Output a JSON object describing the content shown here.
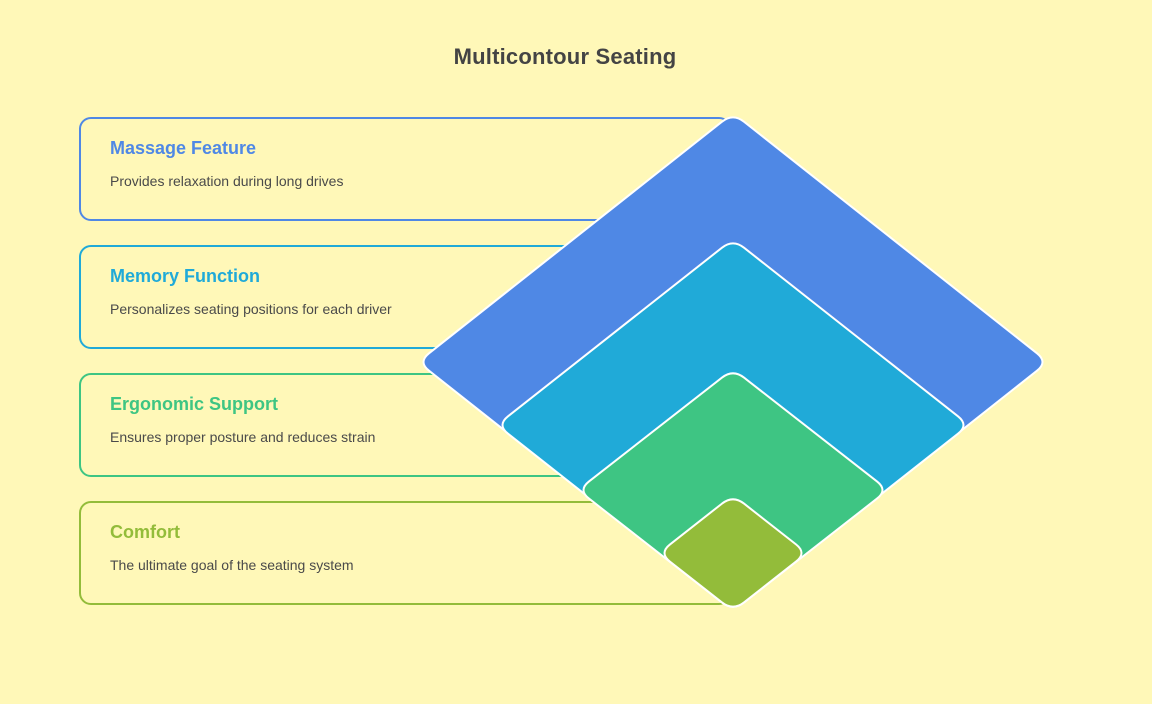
{
  "title": "Multicontour Seating",
  "layers": [
    {
      "title": "Massage Feature",
      "description": "Provides relaxation during long drives",
      "color": "#4F88E5"
    },
    {
      "title": "Memory Function",
      "description": "Personalizes seating positions for each driver",
      "color": "#20AAD8"
    },
    {
      "title": "Ergonomic Support",
      "description": "Ensures proper posture and reduces strain",
      "color": "#3EC583"
    },
    {
      "title": "Comfort",
      "description": "The ultimate goal of the seating system",
      "color": "#93BC3A"
    }
  ],
  "colors": {
    "background": "#FFF8B8",
    "title_text": "#444444",
    "body_text": "#4A4A4A",
    "shape_outline": "#FFFFFF"
  }
}
